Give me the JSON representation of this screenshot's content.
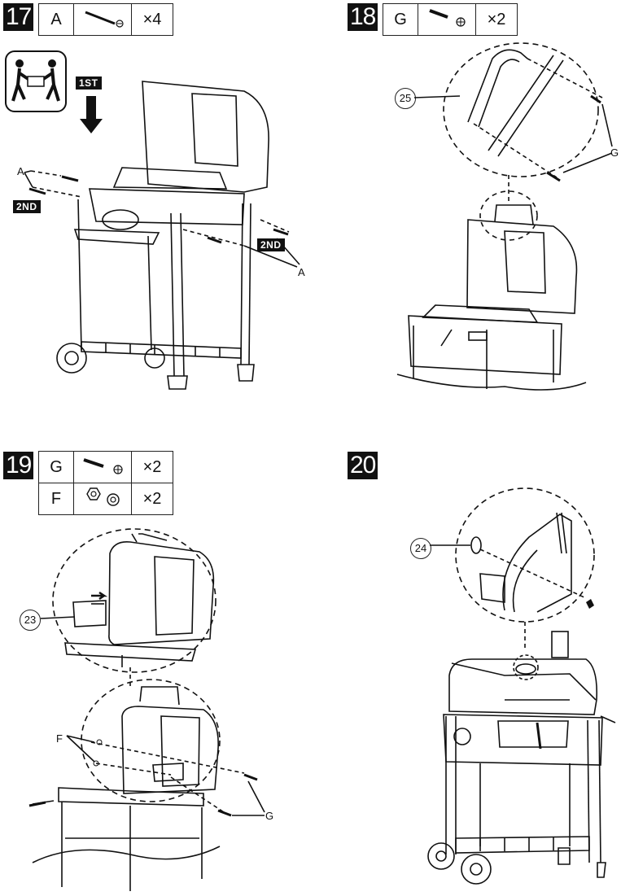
{
  "steps": [
    {
      "number": "17",
      "parts": [
        {
          "code": "A",
          "qty": "×4"
        }
      ],
      "labels": {
        "first": "1ST",
        "second": "2ND",
        "part_a": "A"
      }
    },
    {
      "number": "18",
      "parts": [
        {
          "code": "G",
          "qty": "×2"
        }
      ],
      "labels": {
        "callout": "25",
        "part_g": "G"
      }
    },
    {
      "number": "19",
      "parts": [
        {
          "code": "G",
          "qty": "×2"
        },
        {
          "code": "F",
          "qty": "×2"
        }
      ],
      "labels": {
        "callout": "23",
        "part_f": "F",
        "part_g": "G"
      }
    },
    {
      "number": "20",
      "parts": [],
      "labels": {
        "callout": "24"
      }
    }
  ],
  "icons": [
    "two-person-lift-icon",
    "screw-icon",
    "nut-icon",
    "washer-icon",
    "down-arrow-icon"
  ],
  "colors": {
    "ink": "#111111",
    "paper": "#ffffff"
  }
}
